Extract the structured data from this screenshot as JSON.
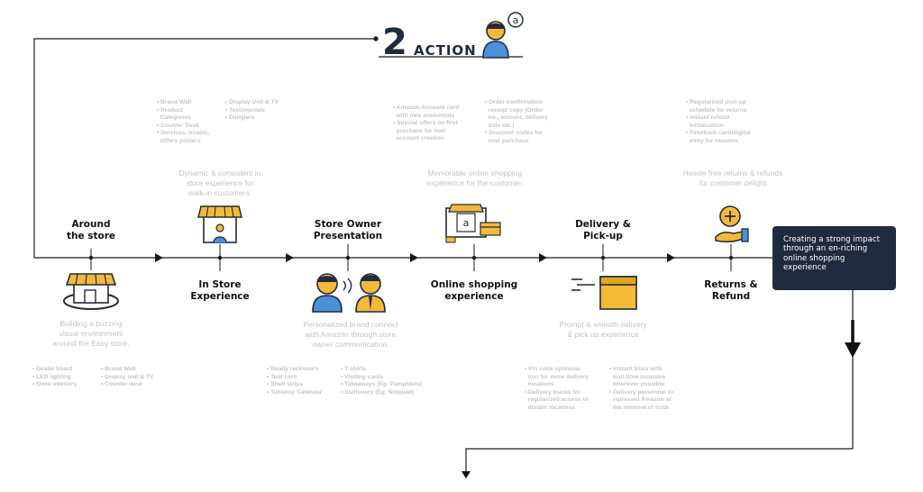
{
  "header": {
    "number": "2",
    "title": "ACTION"
  },
  "stages": [
    {
      "name": "Around\nthe store",
      "description": "Building a buzzing\nvisual environment\naround the Easy store.",
      "bullets_left": [
        "Dealer board",
        "LED lighting",
        "Store interiors"
      ],
      "bullets_right": [
        "Brand Wall",
        "Display unit & TV",
        "Counter desk"
      ]
    },
    {
      "name": "In Store\nExperience",
      "description": "Dynamic & consistent in\nstore experience for\nwalk-in customers.",
      "bullets_left": [
        "Brand Wall",
        "Product",
        "Categories",
        "Counter Desk",
        "Services, Assets,",
        "Offers posters"
      ],
      "bullets_right": [
        "Display Unit & TV",
        "Testimonials",
        "Danglers"
      ]
    },
    {
      "name": "Store Owner\nPresentation",
      "description": "Personalized brand connect\nwith Amazon through store\nowner communication.",
      "bullets_left": [
        "Ready reckoners",
        "Tent card",
        "Shelf strips",
        "Tabletop Calendar"
      ],
      "bullets_right": [
        "T-shirts",
        "Visiting cards",
        "Takeaways (Eg. Pamphlets)",
        "Stationery (Eg. Notepad)"
      ]
    },
    {
      "name": "Online shopping\nexperience",
      "description": "Memorable online shopping\nexperience for the customer.",
      "bullets_left": [
        "Amazon Account card",
        "with new credentials",
        "Special offers on first",
        "purchase for new",
        "account creation"
      ],
      "bullets_right": [
        "Order confirmation",
        "receipt copy (Order",
        "no., amount, delivery",
        "date etc.)",
        "Discount codes for",
        "next purchase"
      ]
    },
    {
      "name": "Delivery &\nPick-up",
      "description": "Prompt & smooth delivery\n& pick up experience",
      "bullets_left": [
        "Pin code optimisa-",
        "tion for more delivery",
        "locations",
        "Delivery trucks for",
        "regularized access to",
        "distant locations"
      ],
      "bullets_right": [
        "Instant trials with",
        "wait-time inclusive",
        "wherever possible",
        "Delivery personnel to",
        "represent Amazon at",
        "the moment of truth"
      ]
    },
    {
      "name": "Returns &\nRefund",
      "description": "Hassle free returns & refunds\nfor customer delight",
      "bullets_left": [
        "Regularized pick-up",
        "schedule for returns",
        "Instant refund",
        "initialization",
        "Feedback card/digital",
        "entry for reasons"
      ],
      "bullets_right": []
    }
  ],
  "outcome": "Creating a strong impact through an en-riching online shopping experience",
  "icons": [
    "support-agent-icon",
    "storefront-icon",
    "store-stall-icon",
    "store-owner-icon",
    "customer-icon",
    "online-shop-icon",
    "delivery-box-icon",
    "refund-hand-icon"
  ],
  "colors": {
    "accent": "#f4b936",
    "navy": "#1f2b3f",
    "line": "#1a1a1a",
    "muted": "#c2c2c2"
  }
}
